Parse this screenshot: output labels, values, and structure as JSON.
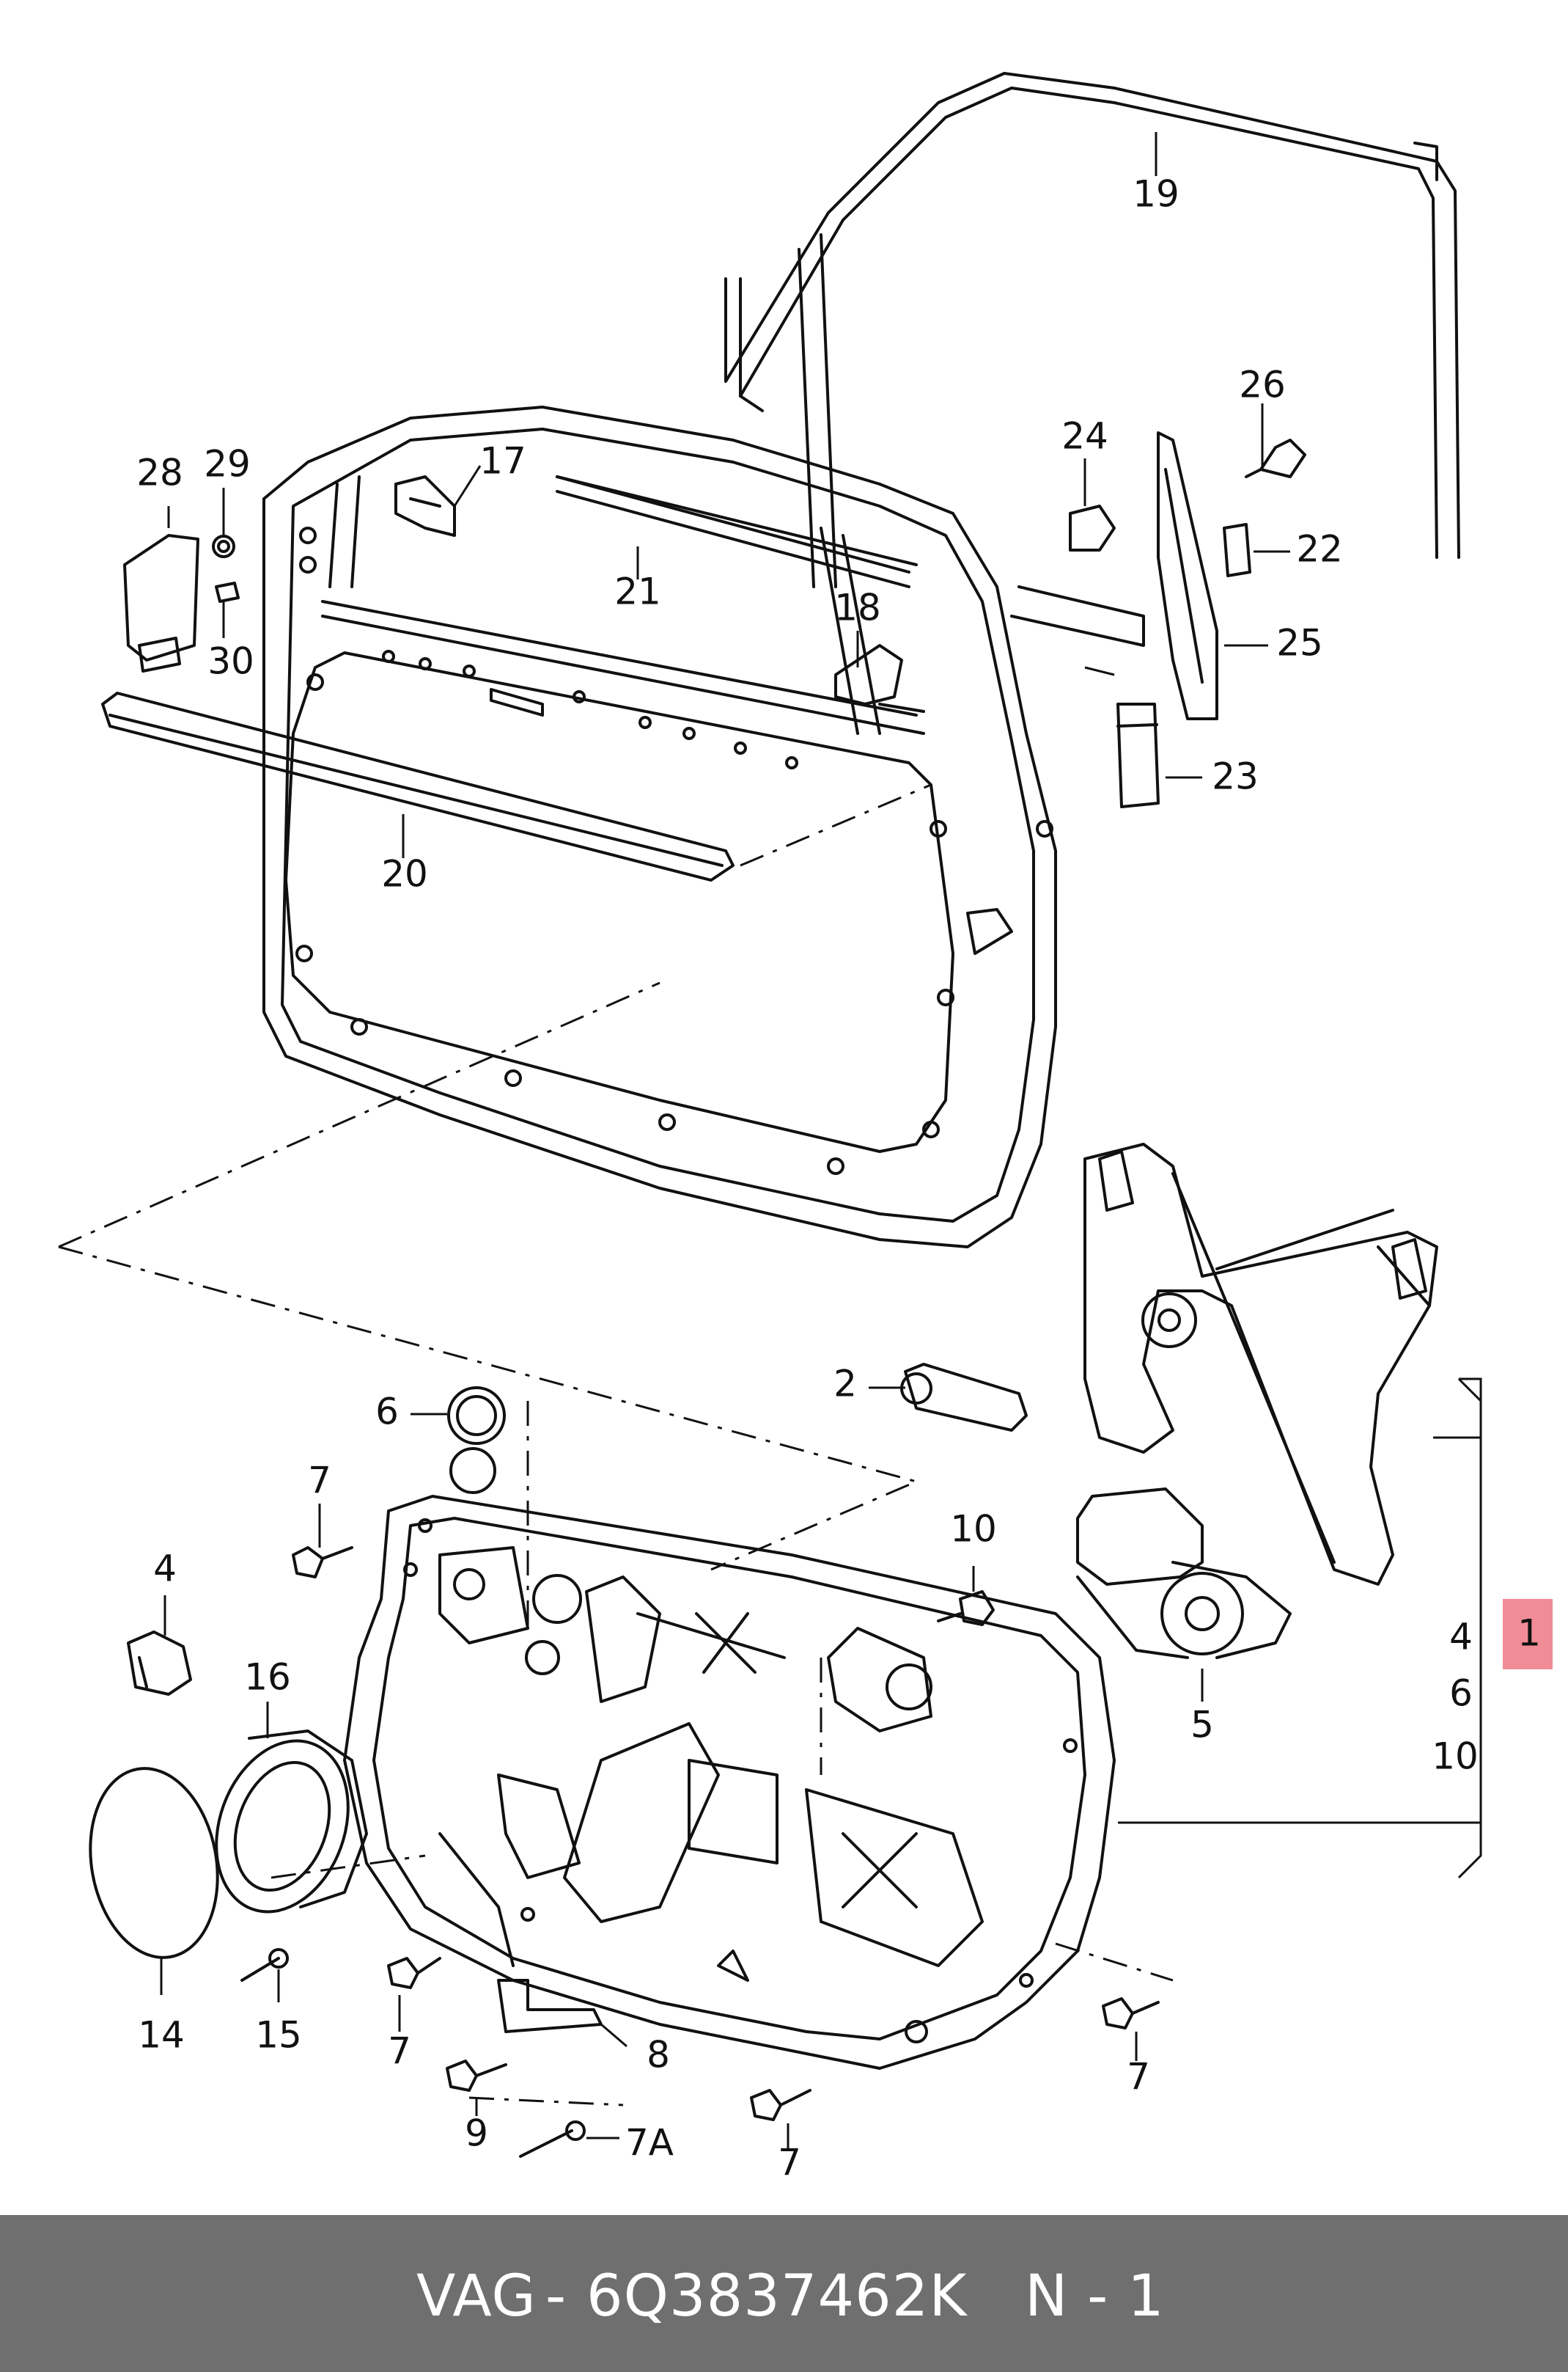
{
  "diagram": {
    "callouts": {
      "c19": "19",
      "c26": "26",
      "c24": "24",
      "c22": "22",
      "c25": "25",
      "c23": "23",
      "c28": "28",
      "c29": "29",
      "c17": "17",
      "c21": "21",
      "c18": "18",
      "c30": "30",
      "c20": "20",
      "c2": "2",
      "c6": "6",
      "c7a": "7",
      "c4": "4",
      "c16": "16",
      "c10": "10",
      "c5": "5",
      "c14": "14",
      "c15": "15",
      "c7b": "7",
      "c8": "8",
      "c9": "9",
      "c7c": "7A",
      "c7d": "7",
      "c7e": "7",
      "c1": "1",
      "c1_4": "4",
      "c1_6": "6",
      "c1_10": "10"
    },
    "highlight_color": "#f08c96"
  },
  "footer": {
    "brand": "VAG",
    "separator": "-",
    "part_number": "6Q3837462K",
    "page_ref": "N - 1",
    "bar_color": "#6f6f6f"
  }
}
